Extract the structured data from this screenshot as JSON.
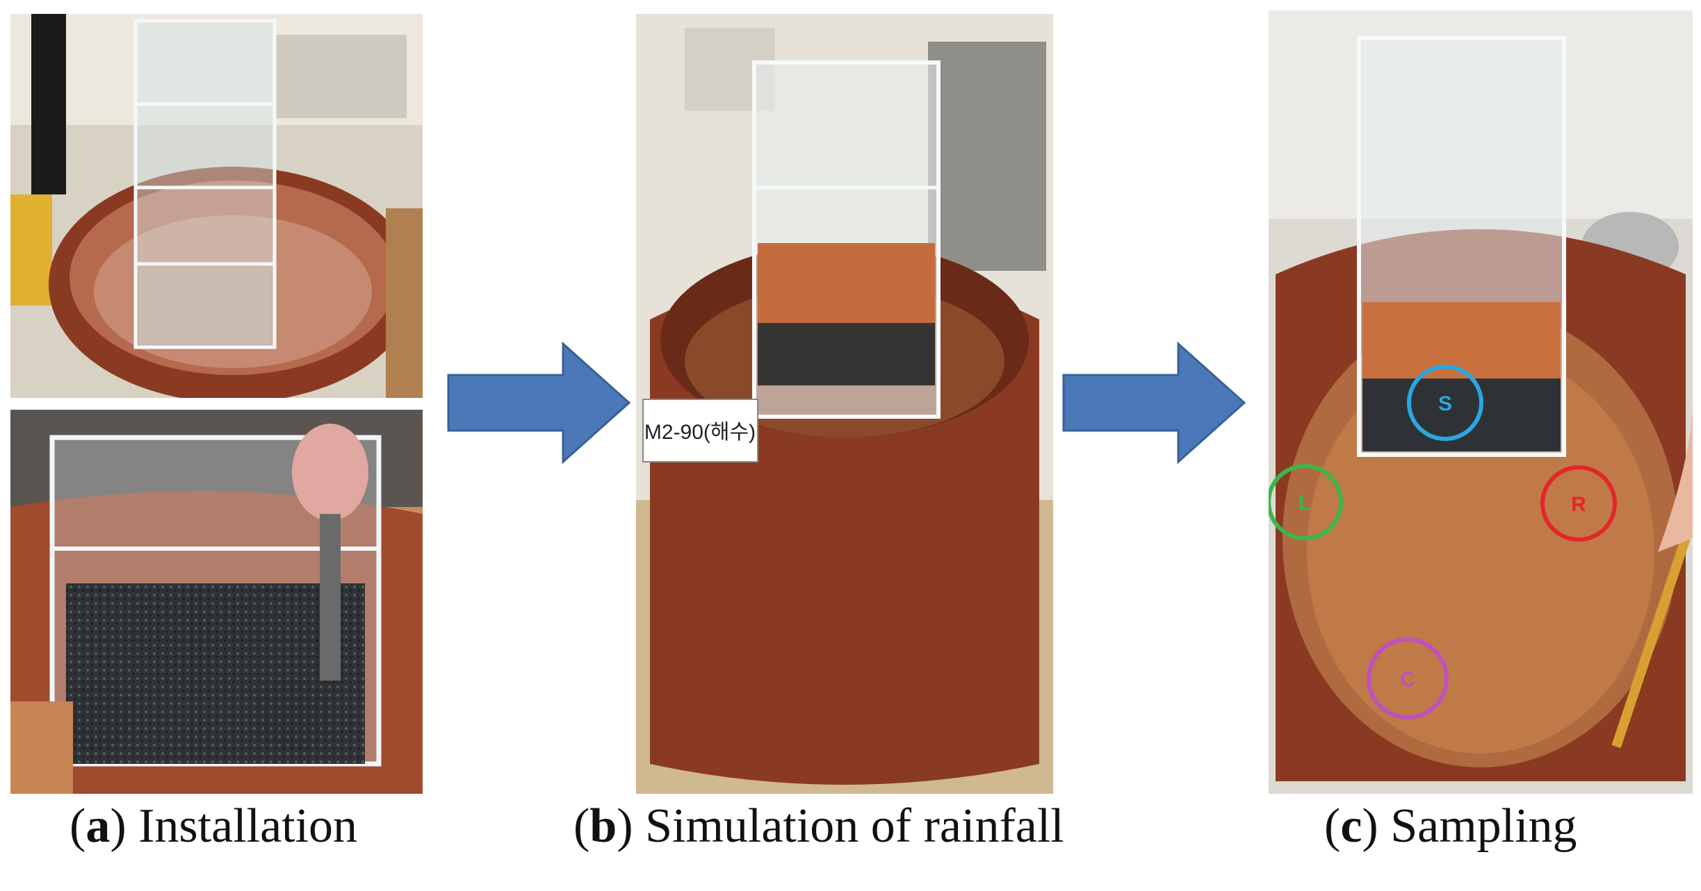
{
  "panels": {
    "a": {
      "letter": "a",
      "label": "Installation"
    },
    "b": {
      "letter": "b",
      "label": "Simulation of rainfall",
      "tag_text": "M2-90(해수)"
    },
    "c": {
      "letter": "c",
      "label": "Sampling",
      "markers": [
        {
          "label": "S",
          "color": "#2aa7e0"
        },
        {
          "label": "L",
          "color": "#3cb54a"
        },
        {
          "label": "R",
          "color": "#e5252a"
        },
        {
          "label": "C",
          "color": "#c050c0"
        }
      ]
    }
  },
  "colors": {
    "arrow": "#4a78b8",
    "arrow_stroke": "#3a5f95",
    "basin": "#8a3a22",
    "soil": "#c07040",
    "gravel": "#2e3236"
  }
}
